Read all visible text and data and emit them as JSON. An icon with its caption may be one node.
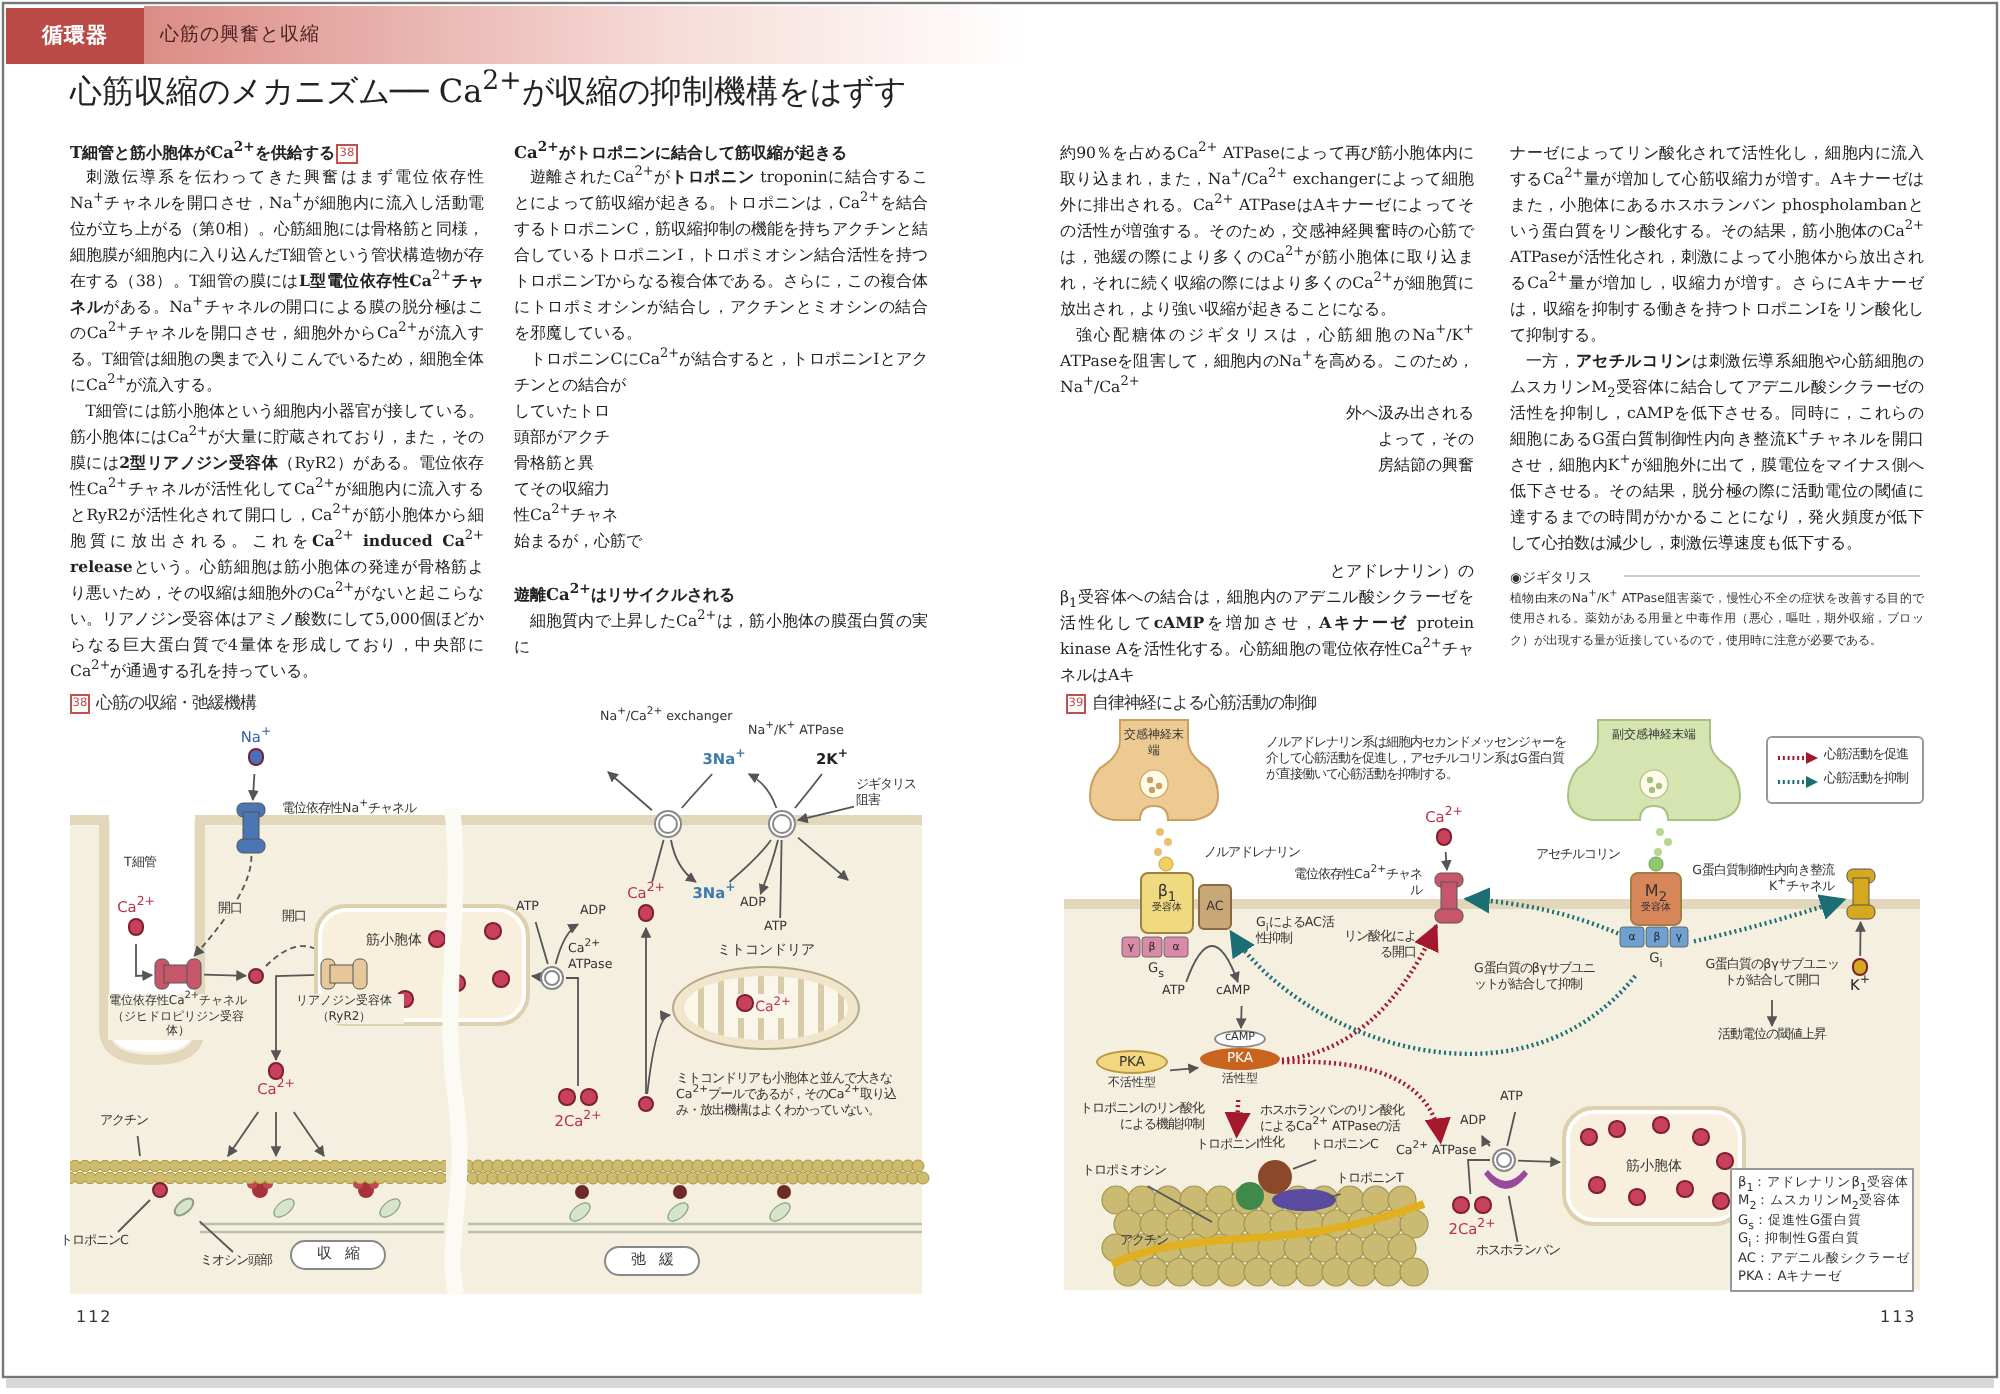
{
  "diagram": {
    "title": "心筋収縮のメカニズム── Ca$^{2+}$が収縮の抑制機構をはずす",
    "nodes": [
      {
        "text": [
          "Na$^{+}$"
        ]
      },
      {
        "text": [
          "電位依存性Na$^{+}$チャネル"
        ]
      },
      {
        "text": [
          "Ca$^{2+}$"
        ]
      },
      {
        "text": [
          "電位依存性Ca$^{2+}$チャネル（ジヒドロピリジン受容体）"
        ]
      },
      {
        "text": [],
        "shape": "circle"
      },
      {
        "text": [
          "筋小胞体"
        ]
      },
      {
        "text": [
          "リアノジン受容体（RyR2）"
        ]
      },
      {
        "text": [
          "Ca$^{2+}$"
        ]
      },
      {
        "text": [
          "アクチン"
        ]
      },
      {
        "text": [
          "トロポニンC"
        ]
      },
      {
        "text": [
          "ミオシン頭部"
        ]
      },
      {
        "text": [
          "収　縮"
        ]
      },
      {
        "text": [
          "Ca$^{2+}$ ATPase"
        ]
      },
      {
        "text": [
          "2Ca$^{2+}$"
        ]
      },
      {
        "text": [
          "3Na$^{+}$"
        ]
      },
      {
        "text": [
          "2K$^{+}$"
        ]
      },
      {
        "text": [
          "ジギタリス阻害"
        ]
      },
      {
        "text": [
          "Ca$^{2+}$"
        ]
      },
      {
        "text": [
          "3Na$^{+}$"
        ]
      },
      {
        "text": [
          "ミトコンドリア",
          "Ca$^{2+}$"
        ]
      },
      {
        "text": [],
        "shape": "circle"
      },
      {
        "text": [
          "弛　緩"
        ]
      },
      {
        "text": [
          "交感神経末端"
        ]
      },
      {
        "text": [
          "副交感神経末端"
        ]
      },
      {
        "text": [
          "β$_{1}$",
          "受容体"
        ]
      },
      {
        "text": [
          "AC"
        ]
      },
      {
        "text": [
          "M$_{2}$",
          "受容体"
        ]
      },
      {
        "text": [
          "G$_{s}$"
        ]
      },
      {
        "text": [
          "G$_{i}$"
        ]
      },
      {
        "text": [
          "Ca$^{2+}$"
        ]
      },
      {
        "text": [
          "電位依存性Ca$^{2+}$チャネル"
        ]
      },
      {
        "text": [
          "G蛋白質制御性内向き整流K$^{+}$チャネル"
        ]
      },
      {
        "text": [
          "ATP"
        ]
      },
      {
        "text": [
          "cAMP"
        ]
      },
      {
        "text": [
          "K$^{+}$"
        ]
      },
      {
        "text": [
          "G蛋白質のβγサブユニットが結合して開口"
        ]
      },
      {
        "text": [
          "活動電位の閾値上昇"
        ]
      },
      {
        "text": [
          "PKA"
        ],
        "beside": [
          "不活性型"
        ]
      },
      {
        "text": [
          "cAMP",
          "PKA"
        ],
        "beside": [
          "活性型"
        ]
      },
      {
        "text": [
          "トロポニンI"
        ]
      },
      {
        "text": [
          "トロポニンC"
        ]
      },
      {
        "text": [
          "トロポミオシン"
        ]
      },
      {
        "text": [
          "トロポニンT"
        ]
      },
      {
        "text": [
          "Ca$^{2+}$ ATPase"
        ]
      },
      {
        "text": [
          "2Ca$^{2+}$"
        ]
      },
      {
        "text": [
          "筋小胞体"
        ]
      },
      {
        "text": [
          "ホスホランバン"
        ]
      },
      {
        "text": [
          "β$_{1}$：アドレナリンβ$_{1}$受容体",
          "M$_{2}$：ムスカリンM$_{2}$受容体",
          "G$_{s}$：促進性G蛋白質",
          "G$_{i}$：抑制性G蛋白質",
          "AC：アデニル酸シクラーゼ",
          "PKA：Aキナーゼ"
        ]
      },
      {
        "text": [],
        "shape": "circle"
      },
      {
        "text": [],
        "shape": "circle"
      },
      {
        "text": [],
        "shape": "circle"
      },
      {
        "text": [],
        "shape": "circle"
      },
      {
        "text": [
          "ATP"
        ]
      },
      {
        "text": [
          "ADP"
        ]
      },
      {
        "text": [
          "ADP"
        ]
      },
      {
        "text": [
          "ATP"
        ]
      },
      {
        "text": [
          "ATP"
        ]
      },
      {
        "text": [
          "ADP"
        ]
      },
      {
        "text": [],
        "shape": "bar"
      },
      {
        "text": [],
        "shape": "picture"
      },
      {
        "text": [],
        "shape": "circle"
      },
      {
        "text": [],
        "shape": "circle"
      },
      {
        "text": [],
        "shape": "circle"
      }
    ],
    "edges": [
      {
        "from": 0,
        "to": 1,
        "arrow": "to"
      },
      {
        "from": 1,
        "to": 3,
        "arrow": "to",
        "style": "dashed",
        "label": "開口"
      },
      {
        "from": 2,
        "to": 3,
        "arrow": "to"
      },
      {
        "from": 3,
        "to": 4,
        "arrow": "to"
      },
      {
        "from": 4,
        "to": 6,
        "arrow": "to",
        "style": "dashed",
        "label": "開口"
      },
      {
        "from": 6,
        "to": 7,
        "arrow": "to"
      },
      {
        "from": 7,
        "to": 58,
        "arrow": "to"
      },
      {
        "from": 7,
        "to": 58,
        "arrow": "to"
      },
      {
        "from": 7,
        "to": 58,
        "arrow": "to"
      },
      {
        "from": 8,
        "to": 58,
        "arrow": "none"
      },
      {
        "from": 9,
        "to": 60,
        "arrow": "none"
      },
      {
        "from": 10,
        "to": 62,
        "arrow": "none"
      },
      {
        "from": 13,
        "to": 48,
        "arrow": "none"
      },
      {
        "from": 48,
        "to": 5,
        "arrow": "to"
      },
      {
        "from": 52,
        "to": 48,
        "arrow": "none"
      },
      {
        "from": 48,
        "to": 53,
        "arrow": "to"
      },
      {
        "from": 14,
        "to": 49,
        "arrow": "none"
      },
      {
        "from": 49,
        "to": 18,
        "arrow": "to"
      },
      {
        "from": 17,
        "to": 49,
        "arrow": "none"
      },
      {
        "from": 49,
        "to": null,
        "arrow": "to"
      },
      {
        "from": 18,
        "to": 50,
        "arrow": "none"
      },
      {
        "from": 50,
        "to": 14,
        "arrow": "to"
      },
      {
        "from": 15,
        "to": 50,
        "arrow": "none"
      },
      {
        "from": 50,
        "to": null,
        "arrow": "to"
      },
      {
        "from": 16,
        "to": 50,
        "arrow": "to"
      },
      {
        "from": 55,
        "to": 50,
        "arrow": "none"
      },
      {
        "from": 50,
        "to": 54,
        "arrow": "to"
      },
      {
        "from": 20,
        "to": 17,
        "arrow": "to"
      },
      {
        "from": 20,
        "to": 19,
        "arrow": "to"
      },
      {
        "from": 32,
        "to": 33,
        "arrow": "to"
      },
      {
        "from": 33,
        "to": 38,
        "arrow": "to"
      },
      {
        "from": 37,
        "to": 38,
        "arrow": "to"
      },
      {
        "from": 38,
        "to": 30,
        "arrow": "to",
        "style": "dashed",
        "color": "#a3182d"
      },
      {
        "from": 38,
        "to": 39,
        "arrow": "to",
        "style": "dashed",
        "color": "#a3182d"
      },
      {
        "from": 38,
        "to": 43,
        "arrow": "to",
        "style": "dashed",
        "color": "#a3182d"
      },
      {
        "from": 28,
        "to": 25,
        "arrow": "to",
        "style": "dashed",
        "color": "#1b6f74"
      },
      {
        "from": 28,
        "to": 30,
        "arrow": "to",
        "style": "dashed",
        "color": "#1b6f74"
      },
      {
        "from": 28,
        "to": 31,
        "arrow": "to",
        "style": "dashed",
        "color": "#1b6f74"
      },
      {
        "from": 29,
        "to": 30,
        "arrow": "to"
      },
      {
        "from": 34,
        "to": 31,
        "arrow": "to"
      },
      {
        "from": 35,
        "to": 36,
        "arrow": "to"
      },
      {
        "from": 40,
        "to": 61,
        "arrow": "none"
      },
      {
        "from": 41,
        "to": null,
        "arrow": "none"
      },
      {
        "from": 42,
        "to": null,
        "arrow": "none"
      },
      {
        "from": 46,
        "to": 59,
        "arrow": "none"
      },
      {
        "from": 44,
        "to": 51,
        "arrow": "none"
      },
      {
        "from": 51,
        "to": 45,
        "arrow": "to"
      },
      {
        "from": 56,
        "to": 51,
        "arrow": "none"
      },
      {
        "from": 51,
        "to": 57,
        "arrow": "to"
      }
    ],
    "labels": [
      "循環器",
      "心筋の興奮と収縮",
      "T細管と筋小胞体がCa$^{2+}$を供給する",
      "38",
      "刺激伝導系を伝わってきた興奮はまず電位依存性Na$^{+}$チャネルを開口させ，Na$^{+}$が細胞内に流入し活動電位が立ち上がる（第0相）。心筋細胞には骨格筋と同様，細胞膜が細胞内に入り込んだT細管という管状構造物が存在する（38）。T細管の膜には**L型電位依存性Ca**$^{2+}$**チャネル**がある。Na$^{+}$チャネルの開口による膜の脱分極はこのCa$^{2+}$チャネルを開口させ，細胞外からCa$^{2+}$が流入する。T細管は細胞の奥まで入りこんでいるため，細胞全体にCa$^{2+}$が流入する。",
      "T細管には筋小胞体という細胞内小器官が接している。筋小胞体にはCa$^{2+}$が大量に貯蔵されており，また，その膜には**2型リアノジン受容体**（RyR2）がある。電位依存性Ca$^{2+}$チャネルが活性化してCa$^{2+}$が細胞内に流入するとRyR2が活性化されて開口し，Ca$^{2+}$が筋小胞体から細胞質に放出される。これを**Ca**$^{2+}$ **induced Ca**$^{2+}$ **release**という。心筋細胞は筋小胞体の発達が骨格筋より悪いため，その収縮は細胞外のCa$^{2+}$がないと起こらない。リアノジン受容体はアミノ酸数にして5,000個ほどからなる巨大蛋白質で4量体を形成しており，中央部にCa$^{2+}$が通過する孔を持っている。",
      "Ca$^{2+}$がトロポニンに結合して筋収縮が起きる",
      "遊離されたCa$^{2+}$が**トロポニン** troponinに結合することによって筋収縮が起きる。トロポニンは，Ca$^{2+}$を結合するトロポニンC，筋収縮抑制の機能を持ちアクチンと結合しているトロポニンI，トロポミオシン結合活性を持つトロポニンTからなる複合体である。さらに，この複合体にトロポミオシンが結合し，アクチンとミオシンの結合を邪魔している。",
      "トロポニンCにCa$^{2+}$が結合すると，トロポニンIとアクチンとの結合が",
      "していたトロ",
      "頭部がアクチ",
      "骨格筋と異",
      "てその収縮力",
      "性Ca$^{2+}$チャネ",
      "始まるが，心筋で",
      "遊離Ca$^{2+}$はリサイクルされる",
      "細胞質内で上昇したCa$^{2+}$は，筋小胞体の膜蛋白質の実に",
      "約90％を占めるCa$^{2+}$ ATPaseによって再び筋小胞体内に取り込まれ，また，Na$^{+}$/Ca$^{2+}$ exchangerによって細胞外に排出される。Ca$^{2+}$ ATPaseはAキナーゼによってその活性が増強する。そのため，交感神経興奮時の心筋では，弛緩の際により多くのCa$^{2+}$が筋小胞体に取り込まれ，それに続く収縮の際にはより多くのCa$^{2+}$が細胞質に放出され，より強い収縮が起きることになる。",
      "強心配糖体のジギタリスは，心筋細胞のNa$^{+}$/K$^{+}$ ATPaseを阻害して，細胞内のNa$^{+}$を高める。このため，Na$^{+}$/Ca$^{2+}$",
      "外へ汲み出される",
      "よって，その",
      "房結節の興奮",
      "とアドレナリン）の",
      "β$_{1}$受容体への結合は，細胞内のアデニル酸シクラーゼを活性化して**cAMP**を増加させ，**Aキナーゼ** protein kinase Aを活性化する。心筋細胞の電位依存性Ca$^{2+}$チャネルはAキ",
      "ナーゼによってリン酸化されて活性化し，細胞内に流入するCa$^{2+}$量が増加して心筋収縮力が増す。Aキナーゼはまた，小胞体にあるホスホランバン phospholambanという蛋白質をリン酸化する。その結果，筋小胞体のCa$^{2+}$ ATPaseが活性化され，刺激によって小胞体から放出されるCa$^{2+}$量が増加し，収縮力が増す。さらにAキナーゼは，収縮を抑制する働きを持つトロポニンIをリン酸化して抑制する。",
      "一方，**アセチルコリン**は刺激伝導系細胞や心筋細胞のムスカリンM$_{2}$受容体に結合してアデニル酸シクラーゼの活性を抑制し，cAMPを低下させる。同時に，これらの細胞にあるG蛋白質制御性内向き整流K$^{+}$チャネルを開口させ，細胞内K$^{+}$が細胞外に出て，膜電位をマイナス側へ低下させる。その結果，脱分極の際に活動電位の閾値に達するまでの時間がかかることになり，発火頻度が低下して心拍数は減少し，刺激伝導速度も低下する。",
      "◉ジギタリス",
      "植物由来のNa$^{+}$/K$^{+}$ ATPase阻害薬で，慢性心不全の症状を改善する目的で使用される。薬効がある用量と中毒作用（悪心，嘔吐，期外収縮，ブロック）が出現する量が近接しているので，使用時に注意が必要である。",
      "38",
      "心筋の収縮・弛緩機構",
      "T細管",
      "Na$^{+}$/Ca$^{2+}$ exchanger",
      "Na$^{+}$/K$^{+}$ ATPase",
      "ミトコンドリアも小胞体と並んで大きなCa$^{2+}$プールであるが，そのCa$^{2+}$取り込み・放出機構はよくわかっていない。",
      "39",
      "自律神経による心筋活動の制御",
      "ノルアドレナリン系は細胞内セカンドメッセンジャーを介して心筋活動を促進し，アセチルコリン系はG蛋白質が直接働いて心筋活動を抑制する。",
      "ノルアドレナリン",
      "アセチルコリン",
      "γ",
      "β",
      "α",
      "α",
      "β",
      "γ",
      "G$_{i}$によるAC活性抑制",
      "リン酸化による開口",
      "トロポニンIのリン酸化による機能抑制",
      "ホスホランバンのリン酸化によるCa$^{2+}$ ATPaseの活性化",
      "G蛋白質のβγサブユニットが結合して抑制",
      "アクチン",
      "112",
      "113"
    ],
    "legend": [
      {
        "text": "心筋活動を促進"
      },
      {
        "text": "心筋活動を抑制"
      }
    ]
  }
}
